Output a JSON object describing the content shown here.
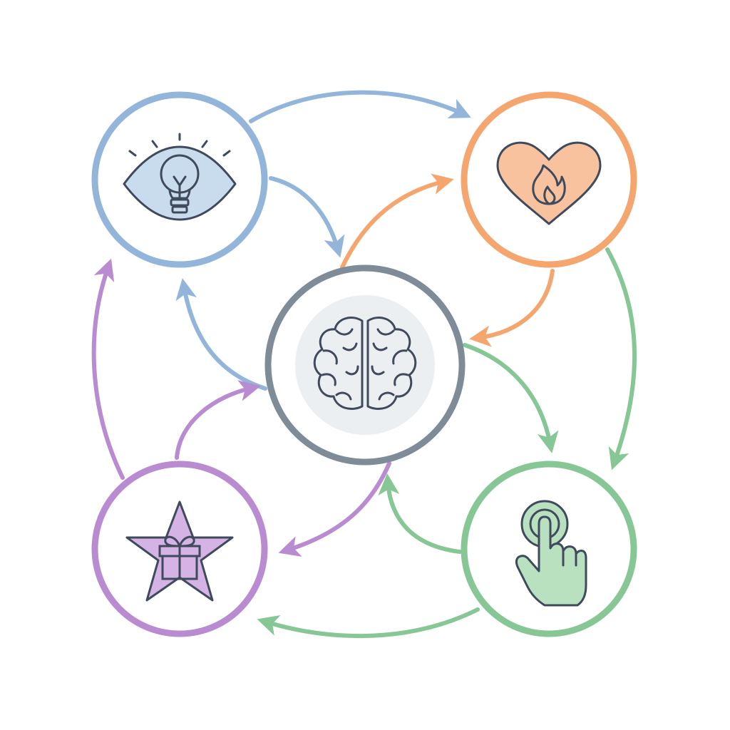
{
  "diagram": {
    "nodes": [
      {
        "id": "center",
        "icon": "brain-icon",
        "color": "#7f8c98",
        "fill": "#eceff2"
      },
      {
        "id": "top-left",
        "icon": "eye-lightbulb-icon",
        "color": "#93b5da",
        "fill": "#c9dcee"
      },
      {
        "id": "top-right",
        "icon": "heart-flame-icon",
        "color": "#f5a66f",
        "fill": "#f8c29f"
      },
      {
        "id": "bottom-right",
        "icon": "hand-tap-icon",
        "color": "#86c795",
        "fill": "#b9e1c0"
      },
      {
        "id": "bottom-left",
        "icon": "star-gift-icon",
        "color": "#b98bd0",
        "fill": "#d5b3e4"
      }
    ],
    "icon_stroke": "#3f4a5c",
    "edges": [
      {
        "from": "top-left",
        "to": "top-right",
        "color": "#93b5da"
      },
      {
        "from": "top-left",
        "to": "center",
        "color": "#93b5da"
      },
      {
        "from": "center",
        "to": "top-left",
        "color": "#93b5da"
      },
      {
        "from": "center",
        "to": "top-right",
        "color": "#f5a66f"
      },
      {
        "from": "top-right",
        "to": "center",
        "color": "#f5a66f"
      },
      {
        "from": "top-right",
        "to": "bottom-right",
        "color": "#86c795"
      },
      {
        "from": "center",
        "to": "bottom-right",
        "color": "#86c795"
      },
      {
        "from": "bottom-right",
        "to": "center",
        "color": "#86c795"
      },
      {
        "from": "bottom-right",
        "to": "bottom-left",
        "color": "#86c795"
      },
      {
        "from": "center",
        "to": "bottom-left",
        "color": "#b98bd0"
      },
      {
        "from": "bottom-left",
        "to": "center",
        "color": "#b98bd0"
      },
      {
        "from": "bottom-left",
        "to": "top-left",
        "color": "#b98bd0"
      }
    ]
  }
}
